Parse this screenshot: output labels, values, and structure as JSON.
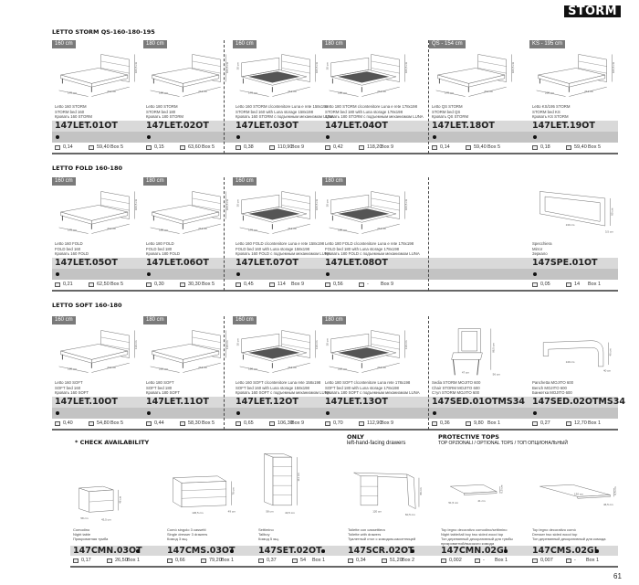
{
  "brand_tag": "STORM",
  "page_number": "61",
  "sections": [
    {
      "title": "LETTO STORM QS-160-180-195",
      "items": [
        {
          "size": "160 cm",
          "kind": "bed",
          "code": "147LET.01OT",
          "desc": [
            "Letto 160 STORM",
            "STORM bed 160",
            "Кровать 160 STORM"
          ],
          "vol": "0,14",
          "weight": "59,40",
          "box": "Box 5",
          "dims": {
            "w": "170 cm",
            "d": "213 cm",
            "h": "106,5 cm"
          }
        },
        {
          "size": "180 cm",
          "kind": "bed",
          "code": "147LET.02OT",
          "desc": [
            "Letto 180 STORM",
            "STORM bed 180",
            "Кровать 180 STORM"
          ],
          "vol": "0,15",
          "weight": "63,60",
          "box": "Box 5",
          "dims": {
            "w": "190 cm",
            "d": "213 cm",
            "h": "106,5 cm"
          }
        },
        {
          "size": "160 cm",
          "kind": "bed-storage",
          "code": "147LET.03OT",
          "desc": [
            "Letto 160 STORM c/contenitore Luna e rete 158x198",
            "STORM bed 160 with Luna storage 158x198",
            "Кровать 160 STORM с подъемным механизмом LUNA"
          ],
          "vol": "0,38",
          "weight": "110,90",
          "box": "Box 9",
          "dims": {
            "w": "170 cm",
            "d": "213 cm",
            "h": "106,5 cm",
            "x": "30 cm"
          }
        },
        {
          "size": "180 cm",
          "kind": "bed-storage",
          "code": "147LET.04OT",
          "desc": [
            "Letto 180 STORM c/contenitore Luna e rete 178x198",
            "STORM bed 180 with Luna storage 178x198",
            "Кровать 180 STORM с подъемным механизмом LUNA"
          ],
          "vol": "0,42",
          "weight": "118,20",
          "box": "Box 9",
          "dims": {
            "w": "190 cm",
            "d": "213 cm",
            "h": "106,5 cm",
            "x": "30 cm"
          }
        },
        {
          "size": "QS - 154 cm",
          "kind": "bed",
          "code": "147LET.18OT",
          "desc": [
            "Letto QS STORM",
            "STORM bed QS",
            "Кровать QS STORM"
          ],
          "vol": "0,14",
          "weight": "59,40",
          "box": "Box 5",
          "dims": {
            "w": "170 cm",
            "d": "213 cm",
            "h": "106,5 cm"
          }
        },
        {
          "size": "KS - 195 cm",
          "kind": "bed",
          "code": "147LET.19OT",
          "desc": [
            "Letto KS/195 STORM",
            "STORM bed KS",
            "Кровать KS STORM"
          ],
          "vol": "0,18",
          "weight": "59,40",
          "box": "Box 5",
          "dims": {
            "w": "200 cm",
            "d": "213 cm",
            "h": "106,5 cm"
          }
        }
      ]
    },
    {
      "title": "LETTO FOLD 160-180",
      "items": [
        {
          "size": "160 cm",
          "kind": "bed",
          "code": "147LET.05OT",
          "desc": [
            "Letto 160 FOLD",
            "FOLD bed 160",
            "Кровать 160 FOLD"
          ],
          "vol": "0,21",
          "weight": "62,50",
          "box": "Box 5",
          "dims": {
            "w": "175 cm",
            "d": "213 cm",
            "h": "106,5 cm"
          }
        },
        {
          "size": "180 cm",
          "kind": "bed",
          "code": "147LET.06OT",
          "desc": [
            "Letto 180 FOLD",
            "FOLD bed 180",
            "Кровать 180 FOLD"
          ],
          "vol": "0,30",
          "weight": "30,30",
          "box": "Box 5",
          "dims": {
            "w": "195 cm",
            "d": "213 cm",
            "h": "106,5 cm"
          }
        },
        {
          "size": "160 cm",
          "kind": "bed-storage",
          "code": "147LET.07OT",
          "desc": [
            "Letto 160 FOLD c/contenitore Luna e rete 158x198",
            "FOLD bed 160 with Luna storage 158x198",
            "Кровать 160 FOLD с подъемным механизмом LUNA"
          ],
          "vol": "0,45",
          "weight": "114",
          "box": "Box 9",
          "dims": {
            "w": "176 cm",
            "d": "213 cm",
            "h": "106,5 cm",
            "x": "30 cm"
          }
        },
        {
          "size": "180 cm",
          "kind": "bed-storage",
          "code": "147LET.08OT",
          "desc": [
            "Letto 180 FOLD c/contenitore Luna e rete 178x198",
            "FOLD bed 180 with Luna storage 178x198",
            "Кровать 180 FOLD с подъемным механизмом LUNA"
          ],
          "vol": "0,56",
          "weight": "-",
          "box": "Box 9",
          "dims": {
            "w": "196 cm",
            "d": "213 cm",
            "h": "106,5 cm",
            "x": "30 cm"
          }
        },
        {
          "size": "",
          "kind": "mirror",
          "code": "147SPE.01OT",
          "desc": [
            "Specchiera",
            "Mirror",
            "Зеркало"
          ],
          "vol": "0,05",
          "weight": "14",
          "box": "Box 1",
          "dims": {
            "w": "130 cm",
            "d": "3,5 cm",
            "h": "80 cm"
          }
        }
      ]
    },
    {
      "title": "LETTO SOFT 160-180",
      "items": [
        {
          "size": "160 cm",
          "kind": "bed",
          "code": "147LET.10OT",
          "desc": [
            "Letto 160 SOFT",
            "SOFT bed 160",
            "Кровать 160 SOFT"
          ],
          "vol": "0,40",
          "weight": "54,80",
          "box": "Box 5",
          "dims": {
            "w": "190 cm",
            "d": "216 cm",
            "h": "110 cm"
          }
        },
        {
          "size": "180 cm",
          "kind": "bed",
          "code": "147LET.11OT",
          "desc": [
            "Letto 180 SOFT",
            "SOFT bed 180",
            "Кровать 180 SOFT"
          ],
          "vol": "0,44",
          "weight": "58,30",
          "box": "Box 5",
          "dims": {
            "w": "210 cm",
            "d": "216 cm",
            "h": "110 cm"
          }
        },
        {
          "size": "160 cm",
          "kind": "bed-storage",
          "code": "147LET.12OT",
          "desc": [
            "Letto 160 SOFT c/contenitore Luna rete 158x198",
            "SOFT bed 160 with Luna storage 158x198",
            "Кровать 160 SOFT с подъемным механизмом LUNA"
          ],
          "vol": "0,65",
          "weight": "106,30",
          "box": "Box 9",
          "dims": {
            "w": "190 cm",
            "d": "216 cm",
            "h": "110 cm",
            "x": "30 cm"
          }
        },
        {
          "size": "180 cm",
          "kind": "bed-storage",
          "code": "147LET.13OT",
          "desc": [
            "Letto 180 SOFT c/contenitore Luna rete 178x198",
            "SOFT bed 180 with Luna storage 178x198",
            "Кровать 180 SOFT с подъемным механизмом LUNA"
          ],
          "vol": "0,70",
          "weight": "112,90",
          "box": "Box 9",
          "dims": {
            "w": "210 cm",
            "d": "216 cm",
            "h": "110 cm",
            "x": "30 cm"
          }
        },
        {
          "size": "",
          "kind": "chair",
          "code": "147SED.01OTMS34",
          "desc": [
            "Sedia STORM MOJITO 600",
            "Chair STORM MOJITO 600",
            "Стул STORM MOJITO 600"
          ],
          "vol": "0,36",
          "weight": "9,80",
          "box": "Box 1",
          "dims": {
            "w": "47 cm",
            "d": "56 cm",
            "h": "98,5 cm"
          }
        },
        {
          "size": "",
          "kind": "bench",
          "code": "147SED.02OTMS34",
          "desc": [
            "Panchetta MOJITO 600",
            "Bench MOJITO 600",
            "Банкетка MOJITO 600"
          ],
          "vol": "0,27",
          "weight": "12,70",
          "box": "Box 1",
          "dims": {
            "w": "140 cm",
            "d": "40 cm",
            "h": "46 cm"
          }
        }
      ]
    }
  ],
  "bottom": {
    "check_availability": "* CHECK AVAILABILITY",
    "only_note": {
      "title": "ONLY",
      "sub": "left-hand-facing drawers"
    },
    "protective_tops": {
      "title": "PROTECTIVE TOPS",
      "sub": "TOP OPZIONALI / OPTIONAL TOPS / ТОП ОПЦИОНАЛЬНЫЙ"
    },
    "items": [
      {
        "kind": "nightstand",
        "code": "147CMN.03OT",
        "desc": [
          "Comodino",
          "Night table",
          "Прикроватная тумба"
        ],
        "vol": "0,17",
        "weight": "26,50",
        "box": "Box 1",
        "dims": {
          "w": "58 cm",
          "d": "43,5 cm",
          "h": "48 cm"
        }
      },
      {
        "kind": "dresser",
        "code": "147CMS.03OT",
        "desc": [
          "Comò singolo 3 cassetti",
          "Single dresser 3 drawers",
          "Комод 3 ящ."
        ],
        "vol": "0,66",
        "weight": "79,20",
        "box": "Box 1",
        "dims": {
          "w": "136,5 cm",
          "d": "49 cm",
          "h": "78 cm"
        }
      },
      {
        "kind": "tallboy",
        "code": "147SET.02OT",
        "desc": [
          "Settimino",
          "Tallboy",
          "Комод 5 ящ."
        ],
        "vol": "0,37",
        "weight": "54",
        "box": "Box 1",
        "dims": {
          "w": "58 cm",
          "d": "43,5 cm",
          "h": "111 cm"
        }
      },
      {
        "kind": "vanity",
        "code": "147SCR.02OT",
        "desc": [
          "Toilette con cassettiera",
          "Toilette with drawers",
          "Туалетный стол с комодом-кассетницей"
        ],
        "vol": "0,34",
        "weight": "51,20",
        "box": "Box 2",
        "dims": {
          "w": "120 cm",
          "d": "60,5 cm",
          "h": "80 cm"
        }
      },
      {
        "kind": "top-small",
        "code": "147CMN.02GI",
        "desc": [
          "Top legno decorativo comodino/settimino",
          "Night table/tall boy two sided wood top",
          "Топ деревянный декоративный для тумбы",
          "прикроватной/высокого комода"
        ],
        "vol": "0,002",
        "weight": "-",
        "box": "Box 1",
        "dims": {
          "w": "51,5 cm",
          "d": "41 cm",
          "h": "0,5 cm"
        }
      },
      {
        "kind": "top-large",
        "code": "147CMS.02GI",
        "desc": [
          "Top legno decorativo comò",
          "Dresser two sided wood top",
          "Топ деревянный декоративный для комода"
        ],
        "vol": "0,007",
        "weight": "-",
        "box": "Box 1",
        "dims": {
          "w": "130 cm",
          "d": "46,5 cm",
          "h": "0,5 cm"
        }
      }
    ]
  }
}
